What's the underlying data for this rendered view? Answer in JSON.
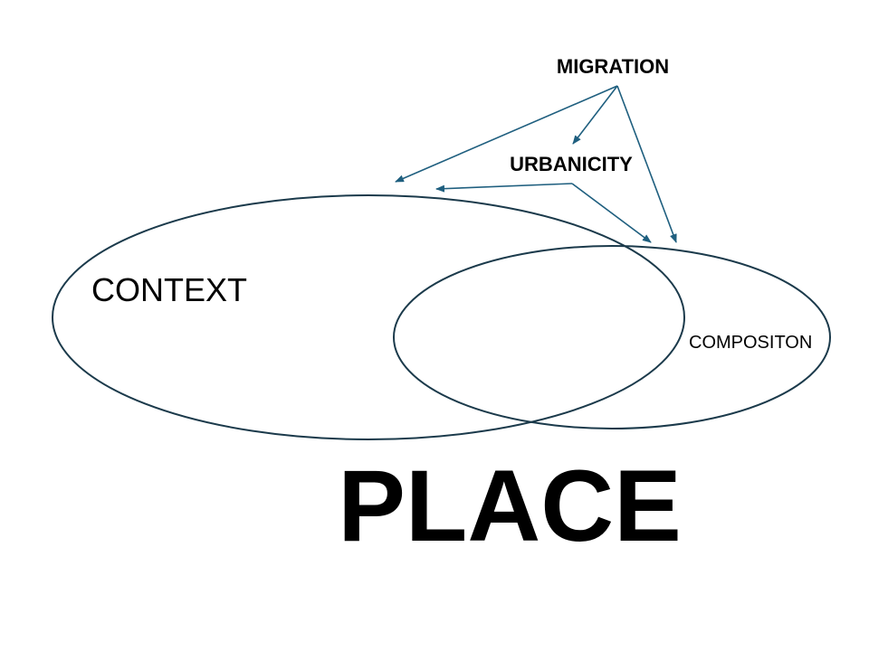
{
  "labels": {
    "migration": "MIGRATION",
    "urbanicity": "URBANICITY",
    "context": "CONTEXT",
    "composition": "COMPOSITON",
    "place": "PLACE"
  },
  "colors": {
    "outline": "#1b3a4b",
    "arrow": "#1f5f7f",
    "text": "#000000",
    "background": "#ffffff"
  }
}
